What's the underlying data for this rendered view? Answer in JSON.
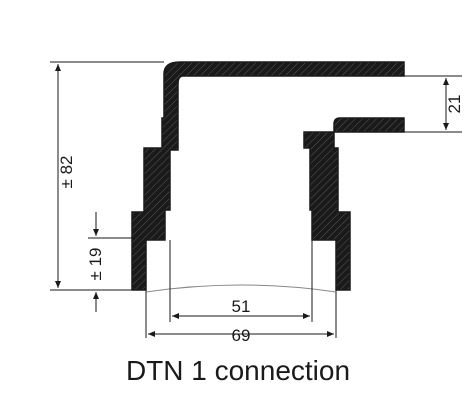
{
  "dimensions": {
    "overall_height": "± 82",
    "outlet_height": "21",
    "socket_depth": "± 19",
    "inner_diameter": "51",
    "outer_diameter": "69"
  },
  "caption": "DTN 1 connection",
  "colors": {
    "body": "#1a1a1a",
    "hatch": "#4a4a4a",
    "lines": "#1a1a1a",
    "background": "#ffffff"
  }
}
